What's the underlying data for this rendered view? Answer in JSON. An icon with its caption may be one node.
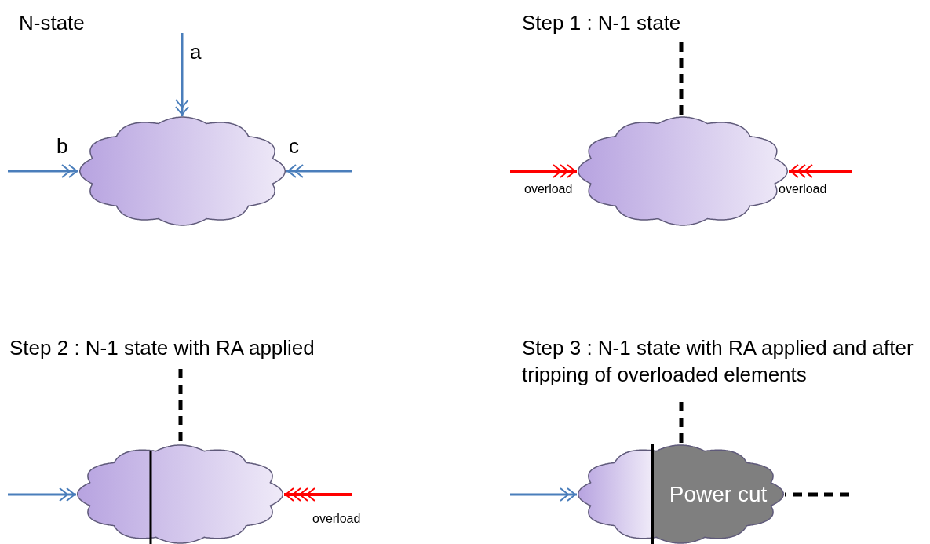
{
  "diagram": {
    "nodes": [
      {
        "text": [],
        "shape": "cloud"
      },
      {
        "text": [],
        "shape": "cloud"
      },
      {
        "text": [],
        "shape": "cloud"
      },
      {
        "text": [],
        "shape": "cloud"
      },
      {
        "text": [
          "Power cut"
        ]
      }
    ],
    "edges": [
      {
        "from": null,
        "to": 0,
        "arrow": "to",
        "label": "a"
      },
      {
        "from": null,
        "to": 0,
        "arrow": "to",
        "label": "b"
      },
      {
        "from": null,
        "to": 0,
        "arrow": "to",
        "label": "c"
      },
      {
        "from": null,
        "to": 1,
        "arrow": "none",
        "style": "dashed",
        "color": "#000000"
      },
      {
        "from": null,
        "to": 1,
        "arrow": "to",
        "label": "overload",
        "color": "#ff0000"
      },
      {
        "from": null,
        "to": 1,
        "arrow": "to",
        "label": "overload",
        "color": "#ff0000"
      },
      {
        "from": null,
        "to": 2,
        "arrow": "to"
      },
      {
        "from": null,
        "to": 2,
        "arrow": "none",
        "style": "dashed",
        "color": "#000000"
      },
      {
        "from": null,
        "to": 2,
        "arrow": "to",
        "label": "overload",
        "color": "#ff0000"
      },
      {
        "from": null,
        "to": 3,
        "arrow": "to"
      },
      {
        "from": null,
        "to": 4,
        "arrow": "none",
        "style": "dashed",
        "color": "#000000"
      },
      {
        "from": null,
        "to": 4,
        "arrow": "none",
        "style": "dashed",
        "color": "#000000"
      }
    ],
    "labels": [
      "N-state",
      "Step 1 : N-1 state",
      "Step 2 : N-1 state with RA applied",
      "Step 3 : N-1 state with RA applied and after tripping of overloaded elements"
    ]
  }
}
